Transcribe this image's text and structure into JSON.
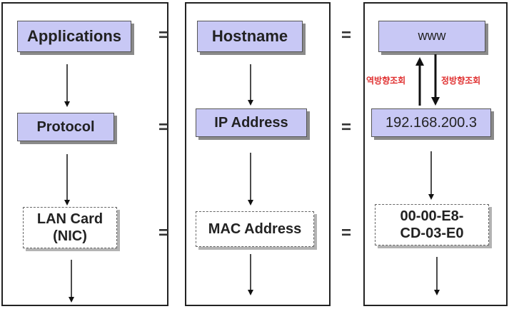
{
  "columns": [
    {
      "rows": [
        "Applications",
        "Protocol",
        "LAN Card\n(NIC)"
      ]
    },
    {
      "rows": [
        "Hostname",
        "IP Address",
        "MAC Address"
      ]
    },
    {
      "rows": [
        "www",
        "192.168.200.3",
        "00-00-E8-\nCD-03-E0"
      ]
    }
  ],
  "equals": "=",
  "lookup": {
    "reverse_label": "역방향조회",
    "forward_label": "정방향조회",
    "reverse_color": "#e03030",
    "forward_color": "#e03030"
  },
  "colors": {
    "box_fill": "#c8c8f5",
    "box_shadow": "#8a8a8a"
  }
}
